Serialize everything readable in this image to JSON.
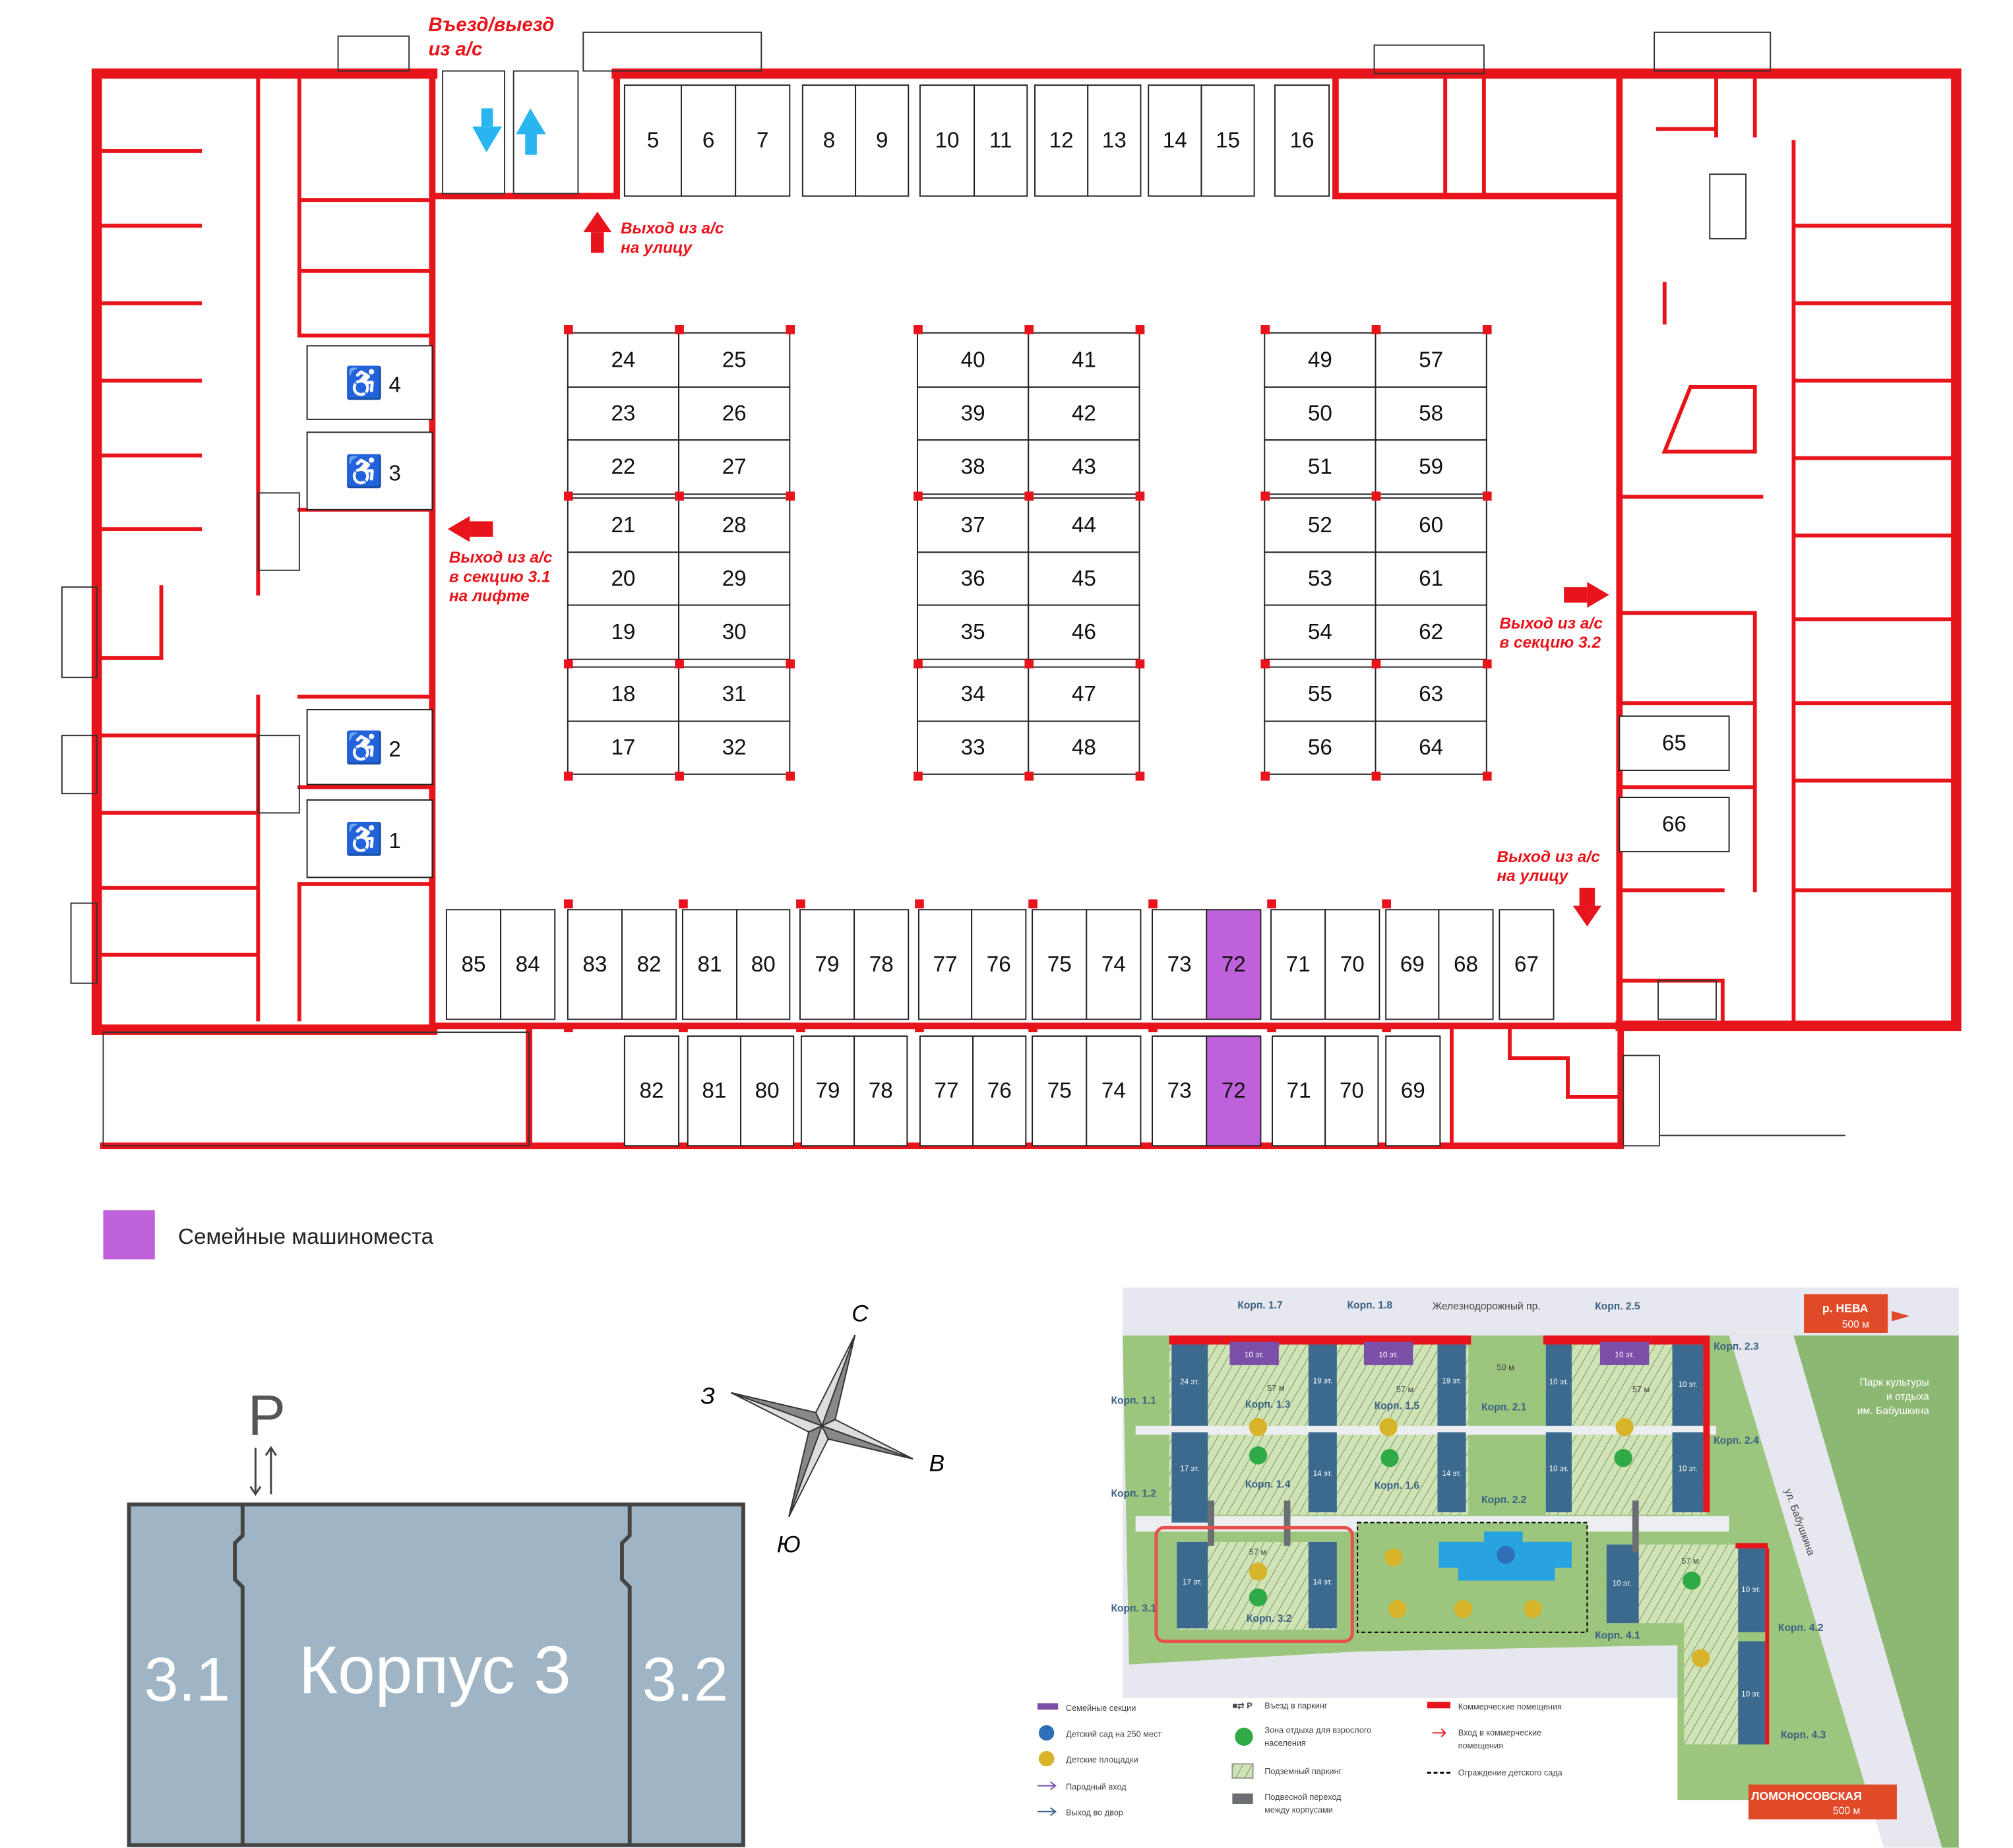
{
  "parking": {
    "top_row": [
      "5",
      "6",
      "7",
      "8",
      "9",
      "10",
      "11",
      "12",
      "13",
      "14",
      "15",
      "16"
    ],
    "block_a": [
      [
        "24",
        "25"
      ],
      [
        "23",
        "26"
      ],
      [
        "22",
        "27"
      ],
      [
        "21",
        "28"
      ],
      [
        "20",
        "29"
      ],
      [
        "19",
        "30"
      ],
      [
        "18",
        "31"
      ],
      [
        "17",
        "32"
      ]
    ],
    "block_b": [
      [
        "40",
        "41"
      ],
      [
        "39",
        "42"
      ],
      [
        "38",
        "43"
      ],
      [
        "37",
        "44"
      ],
      [
        "36",
        "45"
      ],
      [
        "35",
        "46"
      ],
      [
        "34",
        "47"
      ],
      [
        "33",
        "48"
      ]
    ],
    "block_c": [
      [
        "49",
        "57"
      ],
      [
        "50",
        "58"
      ],
      [
        "51",
        "59"
      ],
      [
        "52",
        "60"
      ],
      [
        "53",
        "61"
      ],
      [
        "54",
        "62"
      ],
      [
        "55",
        "63"
      ],
      [
        "56",
        "64"
      ]
    ],
    "right_column": [
      "65",
      "66"
    ],
    "bottom_row_1": [
      "85",
      "84",
      "83",
      "82",
      "81",
      "80",
      "79",
      "78",
      "77",
      "76",
      "75",
      "74",
      "73",
      "72",
      "71",
      "70",
      "69",
      "68",
      "67"
    ],
    "bottom_row_2": [
      "82",
      "81",
      "80",
      "79",
      "78",
      "77",
      "76",
      "75",
      "74",
      "73",
      "72",
      "71",
      "70",
      "69"
    ],
    "accessible_spots": [
      "4",
      "3",
      "2",
      "1"
    ],
    "family_spots": [
      "72"
    ],
    "family_color": "#c061dc",
    "wall_color": "#e8141b",
    "arrow_color": "#29b6f0"
  },
  "notes": {
    "entry_exit": [
      "Въезд/выезд",
      "из а/с"
    ],
    "exit_street_top": [
      "Выход из а/с",
      "на улицу"
    ],
    "exit_section_31": [
      "Выход из а/с",
      "в секцию 3.1",
      "на лифте"
    ],
    "exit_section_32": [
      "Выход из а/с",
      "в секцию 3.2"
    ],
    "exit_street_bottom": [
      "Выход из а/с",
      "на улицу"
    ]
  },
  "legend": {
    "family_label": "Семейные машиноместа"
  },
  "key_plan": {
    "parking_letter": "P",
    "building_label": "Корпус 3",
    "section_left": "3.1",
    "section_right": "3.2",
    "compass": {
      "n": "С",
      "w": "З",
      "e": "В",
      "s": "Ю"
    },
    "building_color": "#9fb4c4"
  },
  "site_plan": {
    "street_top": "Железнодорожный пр.",
    "street_right": "ул. Бабушкина",
    "river": {
      "name": "р. НЕВА",
      "distance": "500 м"
    },
    "metro": {
      "name": "ЛОМОНОСОВСКАЯ",
      "distance": "500 м"
    },
    "park": [
      "Парк культуры",
      "и отдыха",
      "им. Бабушкина"
    ],
    "buildings": [
      "Корп. 1.1",
      "Корп. 1.2",
      "Корп. 1.3",
      "Корп. 1.4",
      "Корп. 1.5",
      "Корп. 1.6",
      "Корп. 1.7",
      "Корп. 1.8",
      "Корп. 2.1",
      "Корп. 2.2",
      "Корп. 2.3",
      "Корп. 2.4",
      "Корп. 2.5",
      "Корп. 3.1",
      "Корп. 3.2",
      "Корп. 4.1",
      "Корп. 4.2",
      "Корп. 4.3"
    ],
    "floors": {
      "f24": "24 эт.",
      "f19": "19 эт.",
      "f17": "17 эт.",
      "f14": "14 эт.",
      "f10": "10 эт."
    },
    "dist57": "57 м",
    "dist50": "50 м",
    "parking_letter": "P",
    "legend": {
      "family_sections": "Семейные секции",
      "kindergarten": "Детский сад на 250 мест",
      "playgrounds": "Детские площадки",
      "main_entrance": "Парадный вход",
      "yard_exit": "Выход во двор",
      "parking_entry": "Въезд в паркинг",
      "rest_zone": [
        "Зона отдыха для взрослого",
        "населения"
      ],
      "underground_parking": "Подземный паркинг",
      "skywalk": [
        "Подвесной переход",
        "между корпусами"
      ],
      "commercial": "Коммерческие помещения",
      "commercial_entry": [
        "Вход в коммерческие",
        "помещения"
      ],
      "kindergarten_fence": "Ограждение детского сада"
    }
  }
}
